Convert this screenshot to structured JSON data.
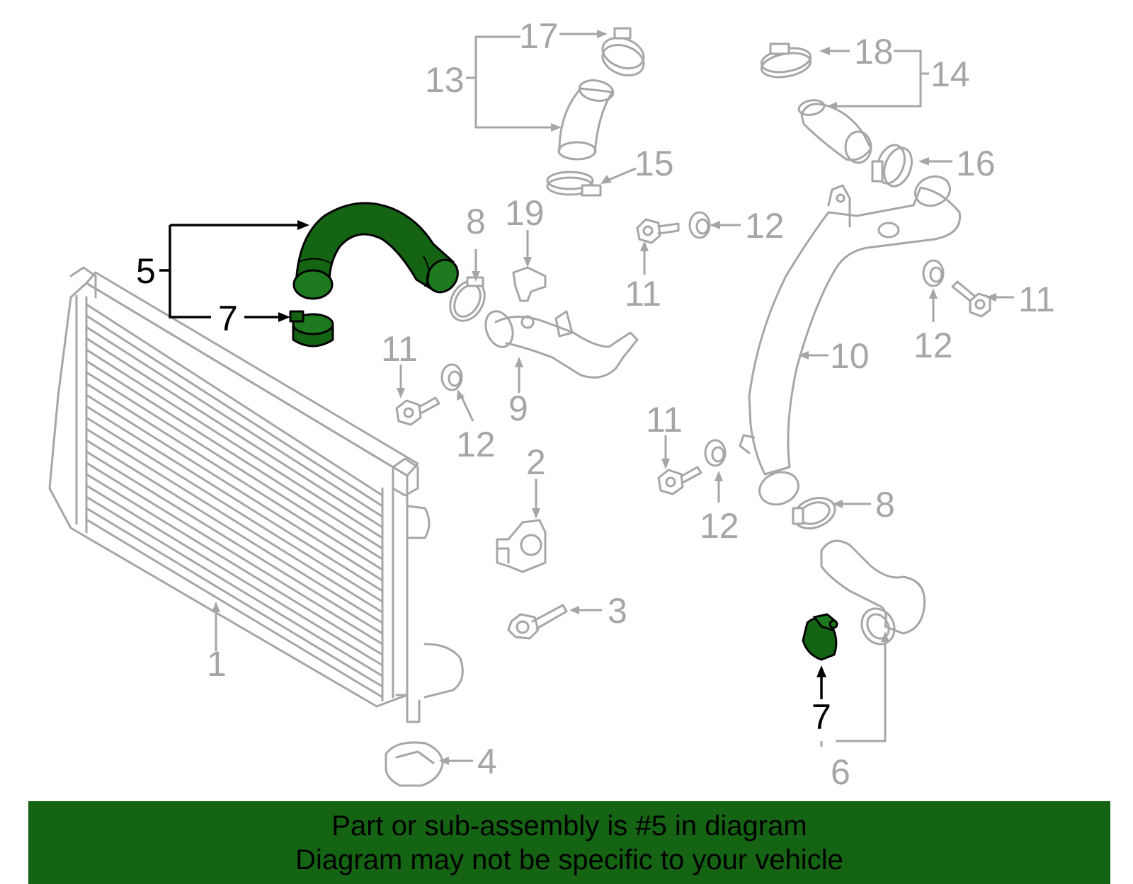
{
  "callouts": {
    "c1": "1",
    "c2": "2",
    "c3": "3",
    "c4": "4",
    "c5": "5",
    "c6": "6",
    "c7a": "7",
    "c7b": "7",
    "c8a": "8",
    "c8b": "8",
    "c9": "9",
    "c10": "10",
    "c11a": "11",
    "c11b": "11",
    "c11c": "11",
    "c11d": "11",
    "c12a": "12",
    "c12b": "12",
    "c12c": "12",
    "c12d": "12",
    "c13": "13",
    "c14": "14",
    "c15": "15",
    "c16": "16",
    "c17": "17",
    "c18": "18",
    "c19": "19"
  },
  "highlighted_part": "5",
  "colors": {
    "highlight": "#146414",
    "part_line": "#a6a6a6",
    "banner": "#146414"
  },
  "banner": {
    "line1": "Part or sub-assembly is #5 in diagram",
    "line2": "Diagram may not be specific to your vehicle"
  }
}
